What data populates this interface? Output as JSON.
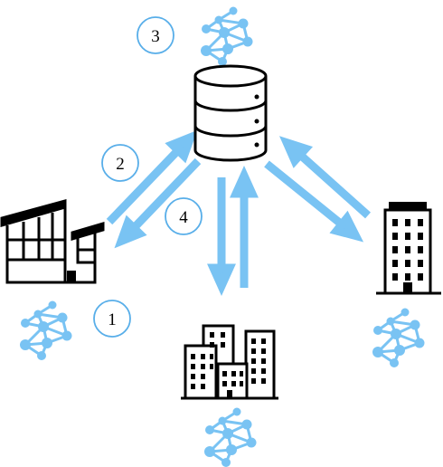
{
  "steps": [
    "1",
    "2",
    "3",
    "4"
  ],
  "colors": {
    "accent": "#79c3f3",
    "circle_stroke": "#58aee9",
    "ink": "#000000",
    "background": "#ffffff"
  },
  "icons": {
    "server": "database-icon",
    "factory": "factory-icon",
    "city": "city-buildings-icon",
    "tower": "office-tower-icon",
    "network": "network-graph-icon"
  }
}
